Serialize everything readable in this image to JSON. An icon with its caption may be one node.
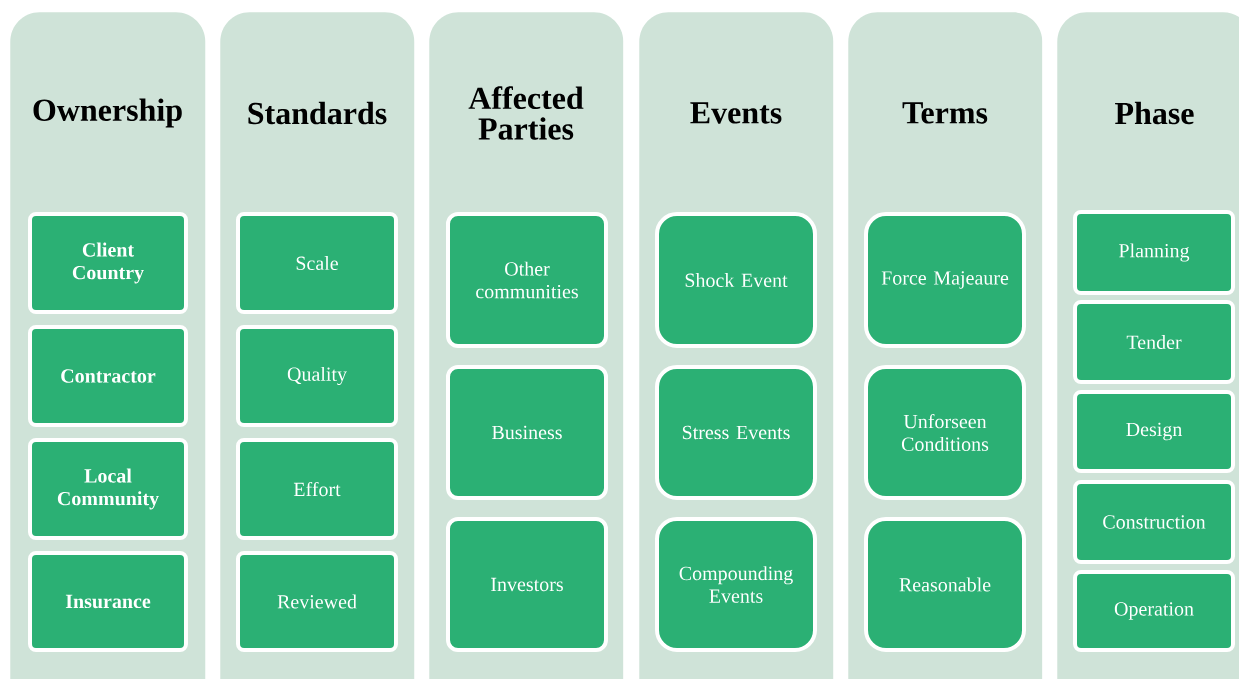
{
  "diagram": {
    "nodes": [
      {
        "text": [
          "Ownership"
        ]
      },
      {
        "text": [
          "Client Country"
        ],
        "in": 0
      },
      {
        "text": [
          "Contractor"
        ],
        "in": 0
      },
      {
        "text": [
          "Local Community"
        ],
        "in": 0
      },
      {
        "text": [
          "Insurance"
        ],
        "in": 0
      },
      {
        "text": [
          "Standards"
        ]
      },
      {
        "text": [
          "Scale"
        ],
        "in": 5
      },
      {
        "text": [
          "Quality"
        ],
        "in": 5
      },
      {
        "text": [
          "Effort"
        ],
        "in": 5
      },
      {
        "text": [
          "Reviewed"
        ],
        "in": 5
      },
      {
        "text": [
          "Affected Parties"
        ]
      },
      {
        "text": [
          "Other communities"
        ],
        "in": 10
      },
      {
        "text": [
          "Business"
        ],
        "in": 10
      },
      {
        "text": [
          "Investors"
        ],
        "in": 10
      },
      {
        "text": [
          "Events"
        ]
      },
      {
        "text": [
          "Shock Event"
        ],
        "in": 14
      },
      {
        "text": [
          "Stress Events"
        ],
        "in": 14
      },
      {
        "text": [
          "Compounding Events"
        ],
        "in": 14
      },
      {
        "text": [
          "Terms"
        ]
      },
      {
        "text": [
          "Force Majeaure"
        ],
        "in": 18
      },
      {
        "text": [
          "Unforseen Conditions"
        ],
        "in": 18
      },
      {
        "text": [
          "Reasonable"
        ],
        "in": 18
      },
      {
        "text": [
          "Phase"
        ]
      },
      {
        "text": [
          "Planning"
        ],
        "in": 22
      },
      {
        "text": [
          "Tender"
        ],
        "in": 22
      },
      {
        "text": [
          "Design"
        ],
        "in": 22
      },
      {
        "text": [
          "Construction"
        ],
        "in": 22
      },
      {
        "text": [
          "Operation"
        ],
        "in": 22
      }
    ]
  }
}
